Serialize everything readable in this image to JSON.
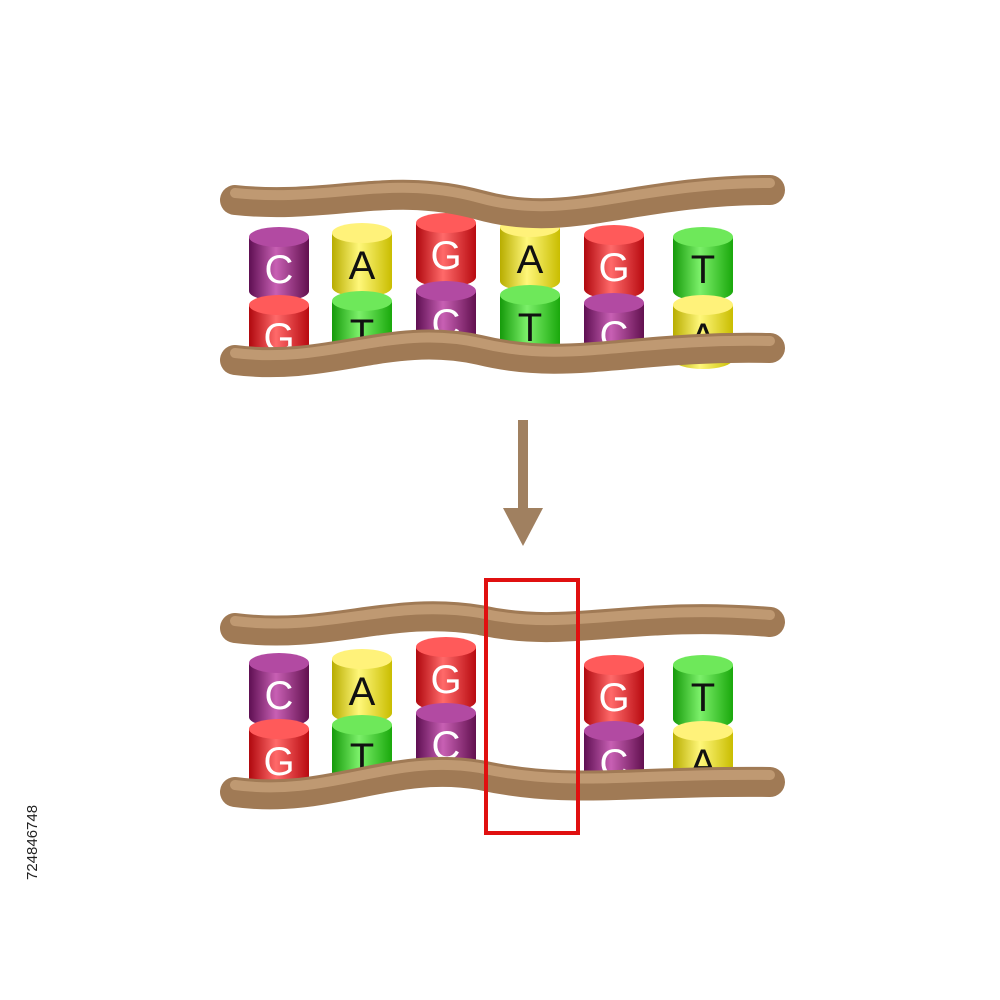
{
  "colors": {
    "backbone": "#a07a55",
    "backbone_light": "#c9a47c",
    "backbone_dark": "#6e4c2c",
    "arrow": "#a08060",
    "highlight_box": "#e01010",
    "nucleotides": {
      "A": "#f0e81a",
      "T": "#2ecc1a",
      "G": "#e8141c",
      "C": "#8a1a78"
    },
    "letter_on_light": "#111111",
    "letter_on_dark": "#ffffff"
  },
  "diagram": {
    "before": {
      "top_strand": [
        "C",
        "A",
        "G",
        "A",
        "G",
        "T"
      ],
      "bottom_strand": [
        "G",
        "T",
        "C",
        "T",
        "C",
        "A"
      ]
    },
    "after": {
      "top_strand": [
        "C",
        "A",
        "G",
        "",
        "G",
        "T"
      ],
      "bottom_strand": [
        "G",
        "T",
        "C",
        "",
        "C",
        "A"
      ],
      "deleted_pair_index": 3
    }
  },
  "stock_id": "724846748"
}
